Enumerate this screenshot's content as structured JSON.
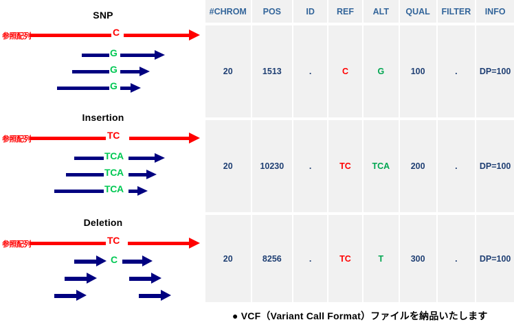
{
  "diagram": {
    "reference_label": "参照配列",
    "sections": [
      {
        "title": "SNP",
        "ref_base": "C",
        "alt_base": "G",
        "reads": [
          "G",
          "G",
          "G"
        ]
      },
      {
        "title": "Insertion",
        "ref_base": "TC",
        "alt_base": "TCA",
        "reads": [
          "TCA",
          "TCA",
          "TCA"
        ]
      },
      {
        "title": "Deletion",
        "ref_base": "TC",
        "alt_base": "C",
        "reads": [
          "C",
          "",
          ""
        ]
      }
    ],
    "colors": {
      "reference": "#ff0000",
      "read": "#000080",
      "alt_base": "#00c853",
      "ref_base": "#ff0000"
    }
  },
  "table": {
    "columns": [
      "#CHROM",
      "POS",
      "ID",
      "REF",
      "ALT",
      "QUAL",
      "FILTER",
      "INFO"
    ],
    "rows": [
      {
        "chrom": "20",
        "pos": "1513",
        "id": ".",
        "ref": "C",
        "alt": "G",
        "qual": "100",
        "filter": ".",
        "info": "DP=100"
      },
      {
        "chrom": "20",
        "pos": "10230",
        "id": ".",
        "ref": "TC",
        "alt": "TCA",
        "qual": "200",
        "filter": ".",
        "info": "DP=100"
      },
      {
        "chrom": "20",
        "pos": "8256",
        "id": ".",
        "ref": "TC",
        "alt": "T",
        "qual": "300",
        "filter": ".",
        "info": "DP=100"
      }
    ],
    "colors": {
      "header_text": "#33659a",
      "cell_bg": "#f1f1f1",
      "value_text": "#1f3f73",
      "ref_text": "#ff0000",
      "alt_text": "#00a651"
    }
  },
  "caption": {
    "bullet": "●",
    "text": "VCF（Variant Call Format）ファイルを納品いたします"
  }
}
